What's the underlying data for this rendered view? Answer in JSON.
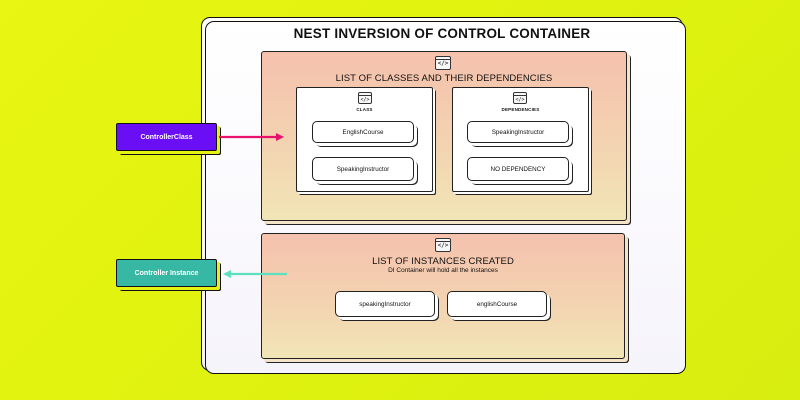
{
  "container": {
    "title": "NEST INVERSION OF CONTROL CONTAINER"
  },
  "classes_panel": {
    "title": "LIST OF CLASSES AND THEIR DEPENDENCIES",
    "icon": "code-window-icon",
    "class_column": {
      "header": "CLASS",
      "items": [
        "EnglishCourse",
        "SpeakingInstructor"
      ]
    },
    "dependencies_column": {
      "header": "DEPENDENCIES",
      "items": [
        "SpeakingInstructor",
        "NO DEPENDENCY"
      ]
    }
  },
  "instances_panel": {
    "title": "LIST OF INSTANCES CREATED",
    "subtitle": "DI Container will hold all the instances",
    "icon": "code-window-icon",
    "items": [
      "speakingInstructor",
      "englishCourse"
    ]
  },
  "external": {
    "controller_class": "ControllerClass",
    "controller_instance": "Controller Instance"
  },
  "colors": {
    "background": "#e4f411",
    "controller_class": "#6a0ef5",
    "controller_instance": "#37b8a5",
    "arrow_in": "#e8126e",
    "arrow_out": "#5ee0c0",
    "panel_top": "#f5c1ad",
    "panel_bottom": "#f1e5b6"
  }
}
